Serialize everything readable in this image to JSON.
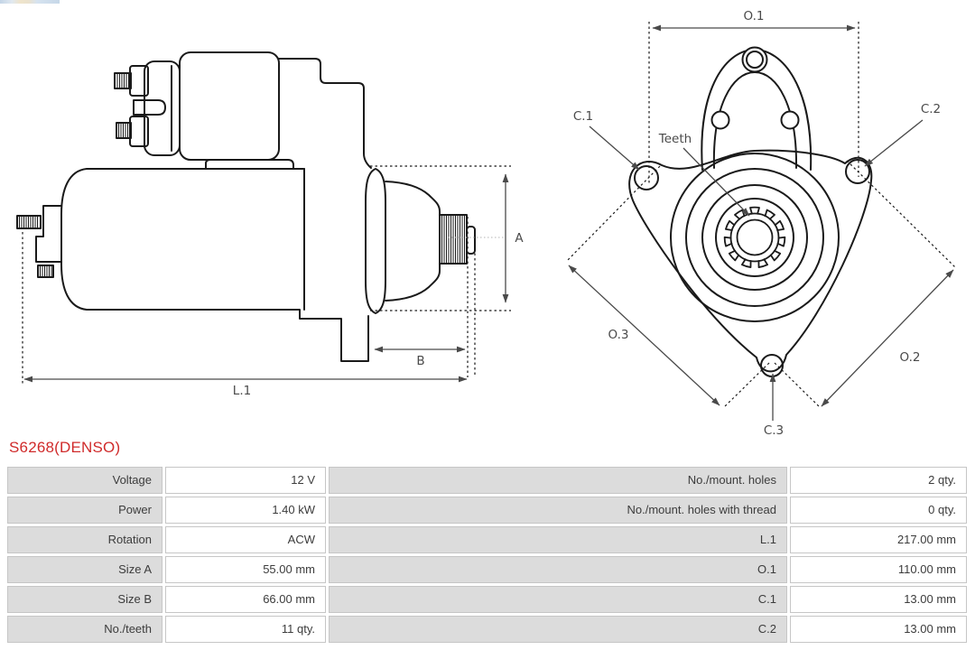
{
  "branding": {
    "logo_strip_colors": [
      "#b9cde2",
      "#ecdfc2",
      "#cfdeed"
    ]
  },
  "colors": {
    "part_number_red": "#d02b2b",
    "table_label_bg": "#dcdcdc",
    "table_border": "#c6c6c6",
    "drawing_line": "#1a1a1a",
    "dimension_line": "#4a4a4a"
  },
  "part_number": "S6268(DENSO)",
  "drawing": {
    "side_view_labels": {
      "a": "A",
      "b": "B",
      "l1": "L.1"
    },
    "front_view_labels": {
      "o1": "O.1",
      "o2": "O.2",
      "o3": "O.3",
      "c1": "C.1",
      "c2": "C.2",
      "c3": "C.3",
      "teeth": "Teeth"
    }
  },
  "specs": {
    "rows": [
      {
        "label1": "Voltage",
        "value1": "12 V",
        "label2": "No./mount. holes",
        "value2": "2 qty."
      },
      {
        "label1": "Power",
        "value1": "1.40 kW",
        "label2": "No./mount. holes with thread",
        "value2": "0 qty."
      },
      {
        "label1": "Rotation",
        "value1": "ACW",
        "label2": "L.1",
        "value2": "217.00 mm"
      },
      {
        "label1": "Size A",
        "value1": "55.00 mm",
        "label2": "O.1",
        "value2": "110.00 mm"
      },
      {
        "label1": "Size B",
        "value1": "66.00 mm",
        "label2": "C.1",
        "value2": "13.00 mm"
      },
      {
        "label1": "No./teeth",
        "value1": "11 qty.",
        "label2": "C.2",
        "value2": "13.00 mm"
      }
    ]
  }
}
